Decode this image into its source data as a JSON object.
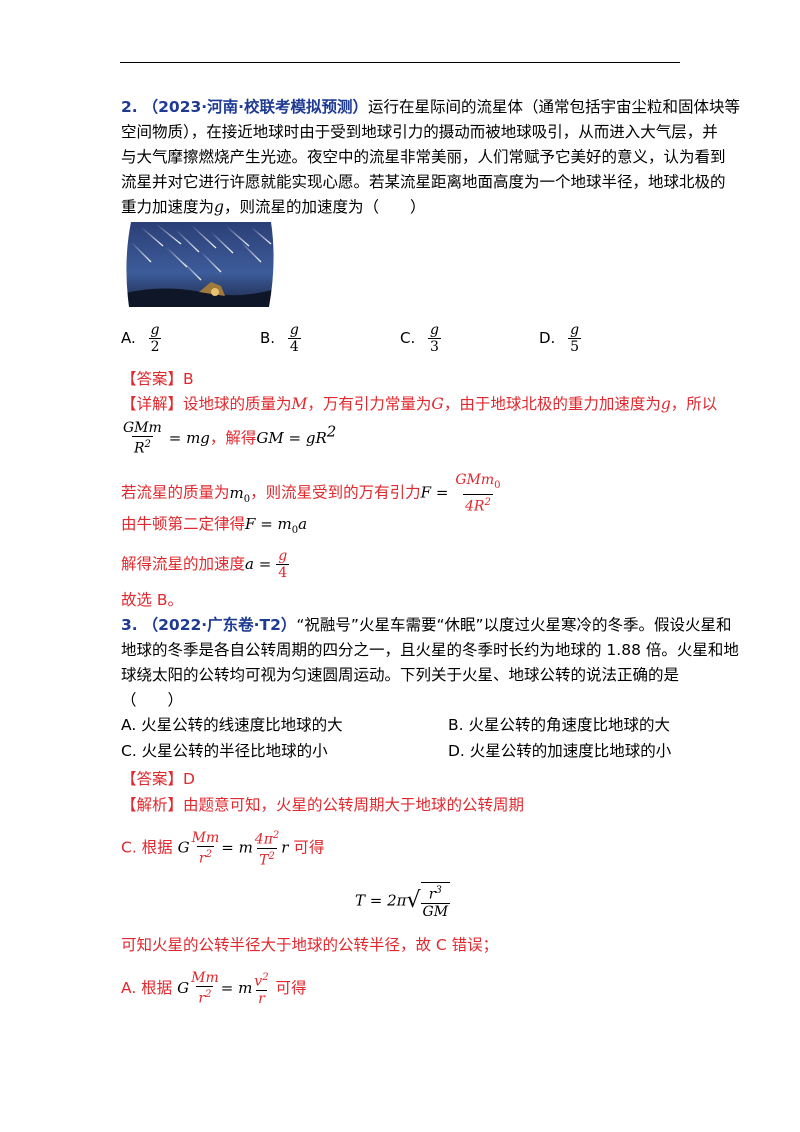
{
  "q2": {
    "num": "2.",
    "source": "（2023·河南·校联考模拟预测）",
    "line1": "运行在星际间的流星体（通常包括宇宙尘粒和固体块等",
    "line2": "空间物质），在接近地球时由于受到地球引力的摄动而被地球吸引，从而进入大气层，并",
    "line3": "与大气摩擦燃烧产生光迹。夜空中的流星非常美丽，人们常赋予它美好的意义，认为看到",
    "line4": "流星并对它进行许愿就能实现心愿。若某流星距离地面高度为一个地球半径，地球北极的",
    "line5a": "重力加速度为",
    "line5b": "，则流星的加速度为（　　）",
    "g": "g",
    "options": [
      {
        "label": "A.",
        "num": "g",
        "den": "2"
      },
      {
        "label": "B.",
        "num": "g",
        "den": "4"
      },
      {
        "label": "C.",
        "num": "g",
        "den": "3"
      },
      {
        "label": "D.",
        "num": "g",
        "den": "5"
      }
    ],
    "answer": "【答案】B",
    "detail_tag": "【详解】",
    "detail_1a": "设地球的质量为",
    "detail_1b": "，万有引力常量为",
    "detail_1c": "，由于地球北极的重力加速度为",
    "detail_1d": "，所以",
    "M": "M",
    "G": "G",
    "eq1_num": "GMm",
    "eq1_den": "R",
    "eq1_rhs": "= mg",
    "solve": "，解得",
    "eq2": "GM = gR",
    "line_m0a": "若流星的质量为",
    "m0": "m",
    "line_m0b": "，则流星受到的万有引力",
    "eq3_lhs": "F =",
    "eq3_num": "GMm",
    "eq3_den": "4R",
    "newton": "由牛顿第二定律得",
    "eq4": "F = m",
    "eq4_tail": "a",
    "accel": "解得流星的加速度",
    "eq5_lhs": "a =",
    "eq5_num": "g",
    "eq5_den": "4",
    "choose": "故选 B。"
  },
  "q3": {
    "num": "3.",
    "source": "（2022·广东卷·T2）",
    "line1": "“祝融号”火星车需要“休眠”以度过火星寒冷的冬季。假设火星和",
    "line2": "地球的冬季是各自公转周期的四分之一，且火星的冬季时长约为地球的 1.88 倍。火星和地",
    "line3": "球绕太阳的公转均可视为匀速圆周运动。下列关于火星、地球公转的说法正确的是",
    "line4": "（　　）",
    "options": [
      "A.  火星公转的线速度比地球的大",
      "B.  火星公转的角速度比地球的大",
      "C.  火星公转的半径比地球的小",
      "D.  火星公转的加速度比地球的小"
    ],
    "answer": "【答案】D",
    "analysis_tag": "【解析】",
    "analysis": "由题意可知，火星的公转周期大于地球的公转周期",
    "c_prefix": "C.  根据",
    "c_eq_G": "G",
    "c_eq_num1": "Mm",
    "c_eq_den1": "r",
    "c_eq_mid": "= m",
    "c_eq_num2": "4π",
    "c_eq_den2": "T",
    "c_eq_r": "r",
    "c_suffix": "可得",
    "t_eq_lhs": "T = 2π",
    "t_eq_num": "r",
    "t_eq_den": "GM",
    "conclusion": "可知火星的公转半径大于地球的公转半径，故 C 错误；",
    "a_prefix": "A.  根据",
    "a_eq_num2": "v",
    "a_eq_den2": "r",
    "a_suffix": "可得"
  }
}
